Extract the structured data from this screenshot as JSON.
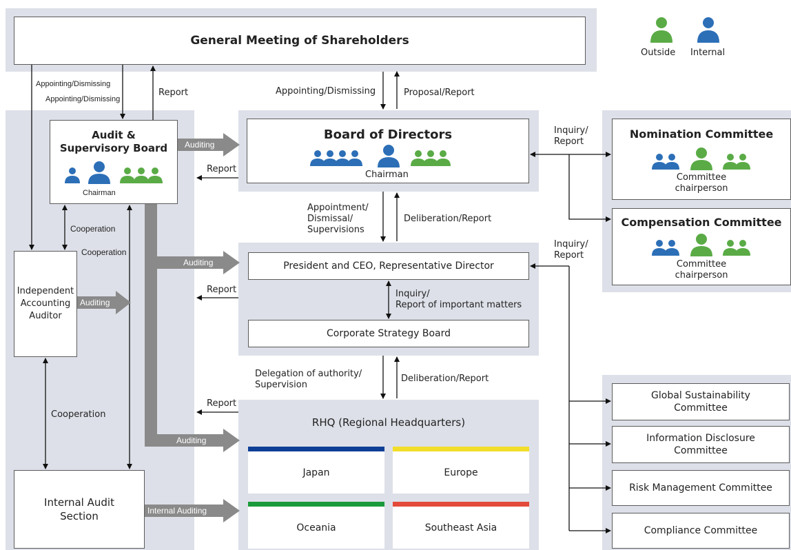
{
  "legend": {
    "outside": "Outside",
    "internal": "Internal"
  },
  "colors": {
    "outside": "#5aab46",
    "internal": "#2c6fb7",
    "panel": "#dde0e8",
    "japan": "#0d3f96",
    "europe": "#f2dd2a",
    "oceania": "#1a9a3a",
    "southeast_asia": "#e44a3a"
  },
  "gms": {
    "title": "General Meeting of Shareholders"
  },
  "board_of_directors": {
    "title": "Board of Directors",
    "chairman": "Chairman"
  },
  "audit_board": {
    "title_line1": "Audit &",
    "title_line2": "Supervisory Board",
    "chairman": "Chairman"
  },
  "nomination": {
    "title": "Nomination Committee",
    "chair_line1": "Committee",
    "chair_line2": "chairperson"
  },
  "compensation": {
    "title": "Compensation Committee",
    "chair_line1": "Committee",
    "chair_line2": "chairperson"
  },
  "president": {
    "title": "President and CEO, Representative Director"
  },
  "strategy_board": {
    "title": "Corporate Strategy Board"
  },
  "accounting_auditor": {
    "line1": "Independent",
    "line2": "Accounting",
    "line3": "Auditor"
  },
  "internal_audit": {
    "line1": "Internal Audit",
    "line2": "Section"
  },
  "rhq": {
    "title": "RHQ (Regional Headquarters)",
    "regions": [
      "Japan",
      "Europe",
      "Oceania",
      "Southeast Asia"
    ]
  },
  "committees": {
    "sustainability": {
      "line1": "Global Sustainability",
      "line2": "Committee"
    },
    "disclosure": {
      "line1": "Information Disclosure",
      "line2": "Committee"
    },
    "risk": "Risk Management Committee",
    "compliance": "Compliance Committee"
  },
  "flows": {
    "appointing_dismissing": "Appointing/Dismissing",
    "report": "Report",
    "proposal_report": "Proposal/Report",
    "auditing": "Auditing",
    "internal_auditing": "Internal Auditing",
    "inquiry": "Inquiry/",
    "report_line": "Report",
    "appointment": "Appointment/",
    "dismissal": "Dismissal/",
    "supervisions": "Supervisions",
    "deliberation_report": "Deliberation/Report",
    "inquiry_line": "Inquiry/",
    "report_important": "Report of important matters",
    "delegation": "Delegation of authority/",
    "supervision": "Supervision",
    "cooperation": "Cooperation"
  }
}
